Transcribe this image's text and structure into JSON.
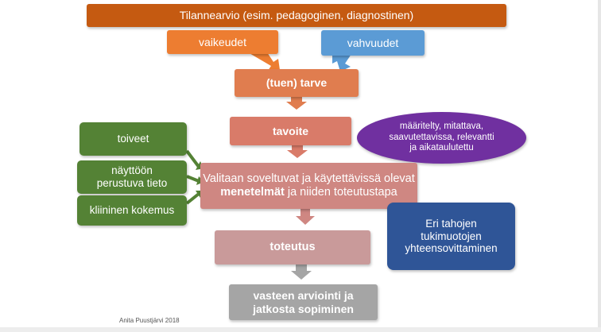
{
  "diagram": {
    "situation": "Tilannearvio (esim. pedagoginen, diagnostinen)",
    "weaknesses": "vaikeudet",
    "strengths": "vahvuudet",
    "need": "(tuen) tarve",
    "goal": "tavoite",
    "goal_criteria": [
      "määritelty, mitattava,",
      "saavutettavissa, relevantti",
      "ja aikataulutettu"
    ],
    "inputs": [
      [
        "toiveet"
      ],
      [
        "näyttöön",
        "perustuva tieto"
      ],
      [
        "kliininen kokemus"
      ]
    ],
    "methods_line1": "Valitaan soveltuvat ja käytettävissä olevat",
    "methods_bold": "menetelmät",
    "methods_rest": " ja niiden toteutustapa",
    "implementation": "toteutus",
    "coordination": [
      "Eri tahojen",
      "tukimuotojen",
      "yhteensovittaminen"
    ],
    "evaluation": [
      "vasteen arviointi ja",
      "jatkosta sopiminen"
    ],
    "credit": "Anita Puustjärvi 2018"
  },
  "colors": {
    "situation": "#c55a11",
    "weaknesses": "#ed7d31",
    "strengths": "#5b9bd5",
    "need": "#e07d4f",
    "goal": "#d97b69",
    "methods": "#cf8782",
    "implementation": "#c99a9a",
    "evaluation": "#a5a5a5",
    "inputs": "#548235",
    "criteria_oval": "#7030a0",
    "coordination": "#2f5597"
  }
}
